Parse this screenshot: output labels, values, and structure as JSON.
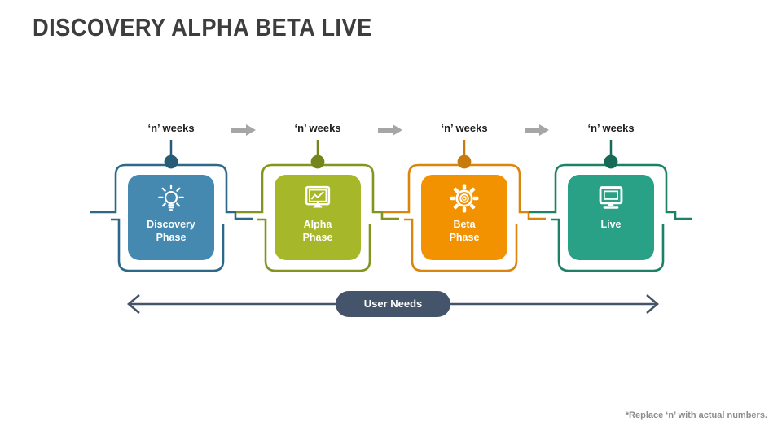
{
  "slide": {
    "title": "DISCOVERY ALPHA BETA LIVE",
    "footnote": "*Replace ‘n’ with actual numbers."
  },
  "timeline": {
    "duration_label": "‘n’ weeks",
    "user_needs_label": "User Needs",
    "user_needs_color": "#44546a",
    "week_arrow_color": "#a6a6a6"
  },
  "phases": [
    {
      "label": "Discovery Phase",
      "label_lines": [
        "Discovery",
        "Phase"
      ],
      "icon": "lightbulb-icon",
      "colors": {
        "fill": "#4589b1",
        "frame": "#2d6888",
        "dot": "#275b78"
      }
    },
    {
      "label": "Alpha Phase",
      "label_lines": [
        "Alpha",
        "Phase"
      ],
      "icon": "line-chart-monitor-icon",
      "colors": {
        "fill": "#a6b829",
        "frame": "#84951f",
        "dot": "#74851b"
      }
    },
    {
      "label": "Beta Phase",
      "label_lines": [
        "Beta",
        "Phase"
      ],
      "icon": "gear-icon",
      "colors": {
        "fill": "#f39200",
        "frame": "#da850b",
        "dot": "#c77b0a"
      }
    },
    {
      "label": "Live",
      "label_lines": [
        "Live"
      ],
      "icon": "monitor-icon",
      "colors": {
        "fill": "#29a186",
        "frame": "#1f8068",
        "dot": "#166b58"
      }
    }
  ]
}
